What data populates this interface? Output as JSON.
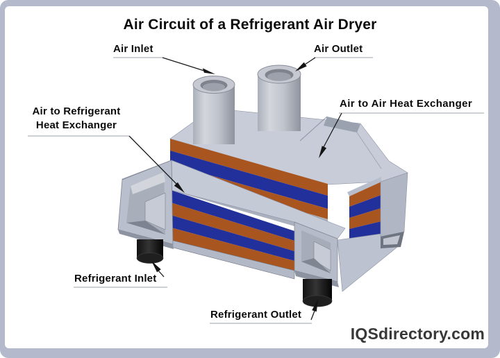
{
  "title": "Air Circuit of a Refrigerant Air Dryer",
  "watermark": "IQSdirectory.com",
  "labels": {
    "air_inlet": "Air Inlet",
    "air_outlet": "Air Outlet",
    "air_to_refrigerant_line1": "Air to Refrigerant",
    "air_to_refrigerant_line2": "Heat Exchanger",
    "air_to_air": "Air to Air Heat Exchanger",
    "refrigerant_inlet": "Refrigerant Inlet",
    "refrigerant_outlet": "Refrigerant Outlet"
  },
  "diagram": {
    "colors": {
      "frame_border": "#b4bacc",
      "background": "#ffffff",
      "heat_layer_orange": "#a9551f",
      "cold_layer_blue": "#22309c",
      "body_gray_top": "#c7ccd8",
      "body_gray_side": "#b5bbc8",
      "port_black": "#1c1c1c"
    }
  }
}
